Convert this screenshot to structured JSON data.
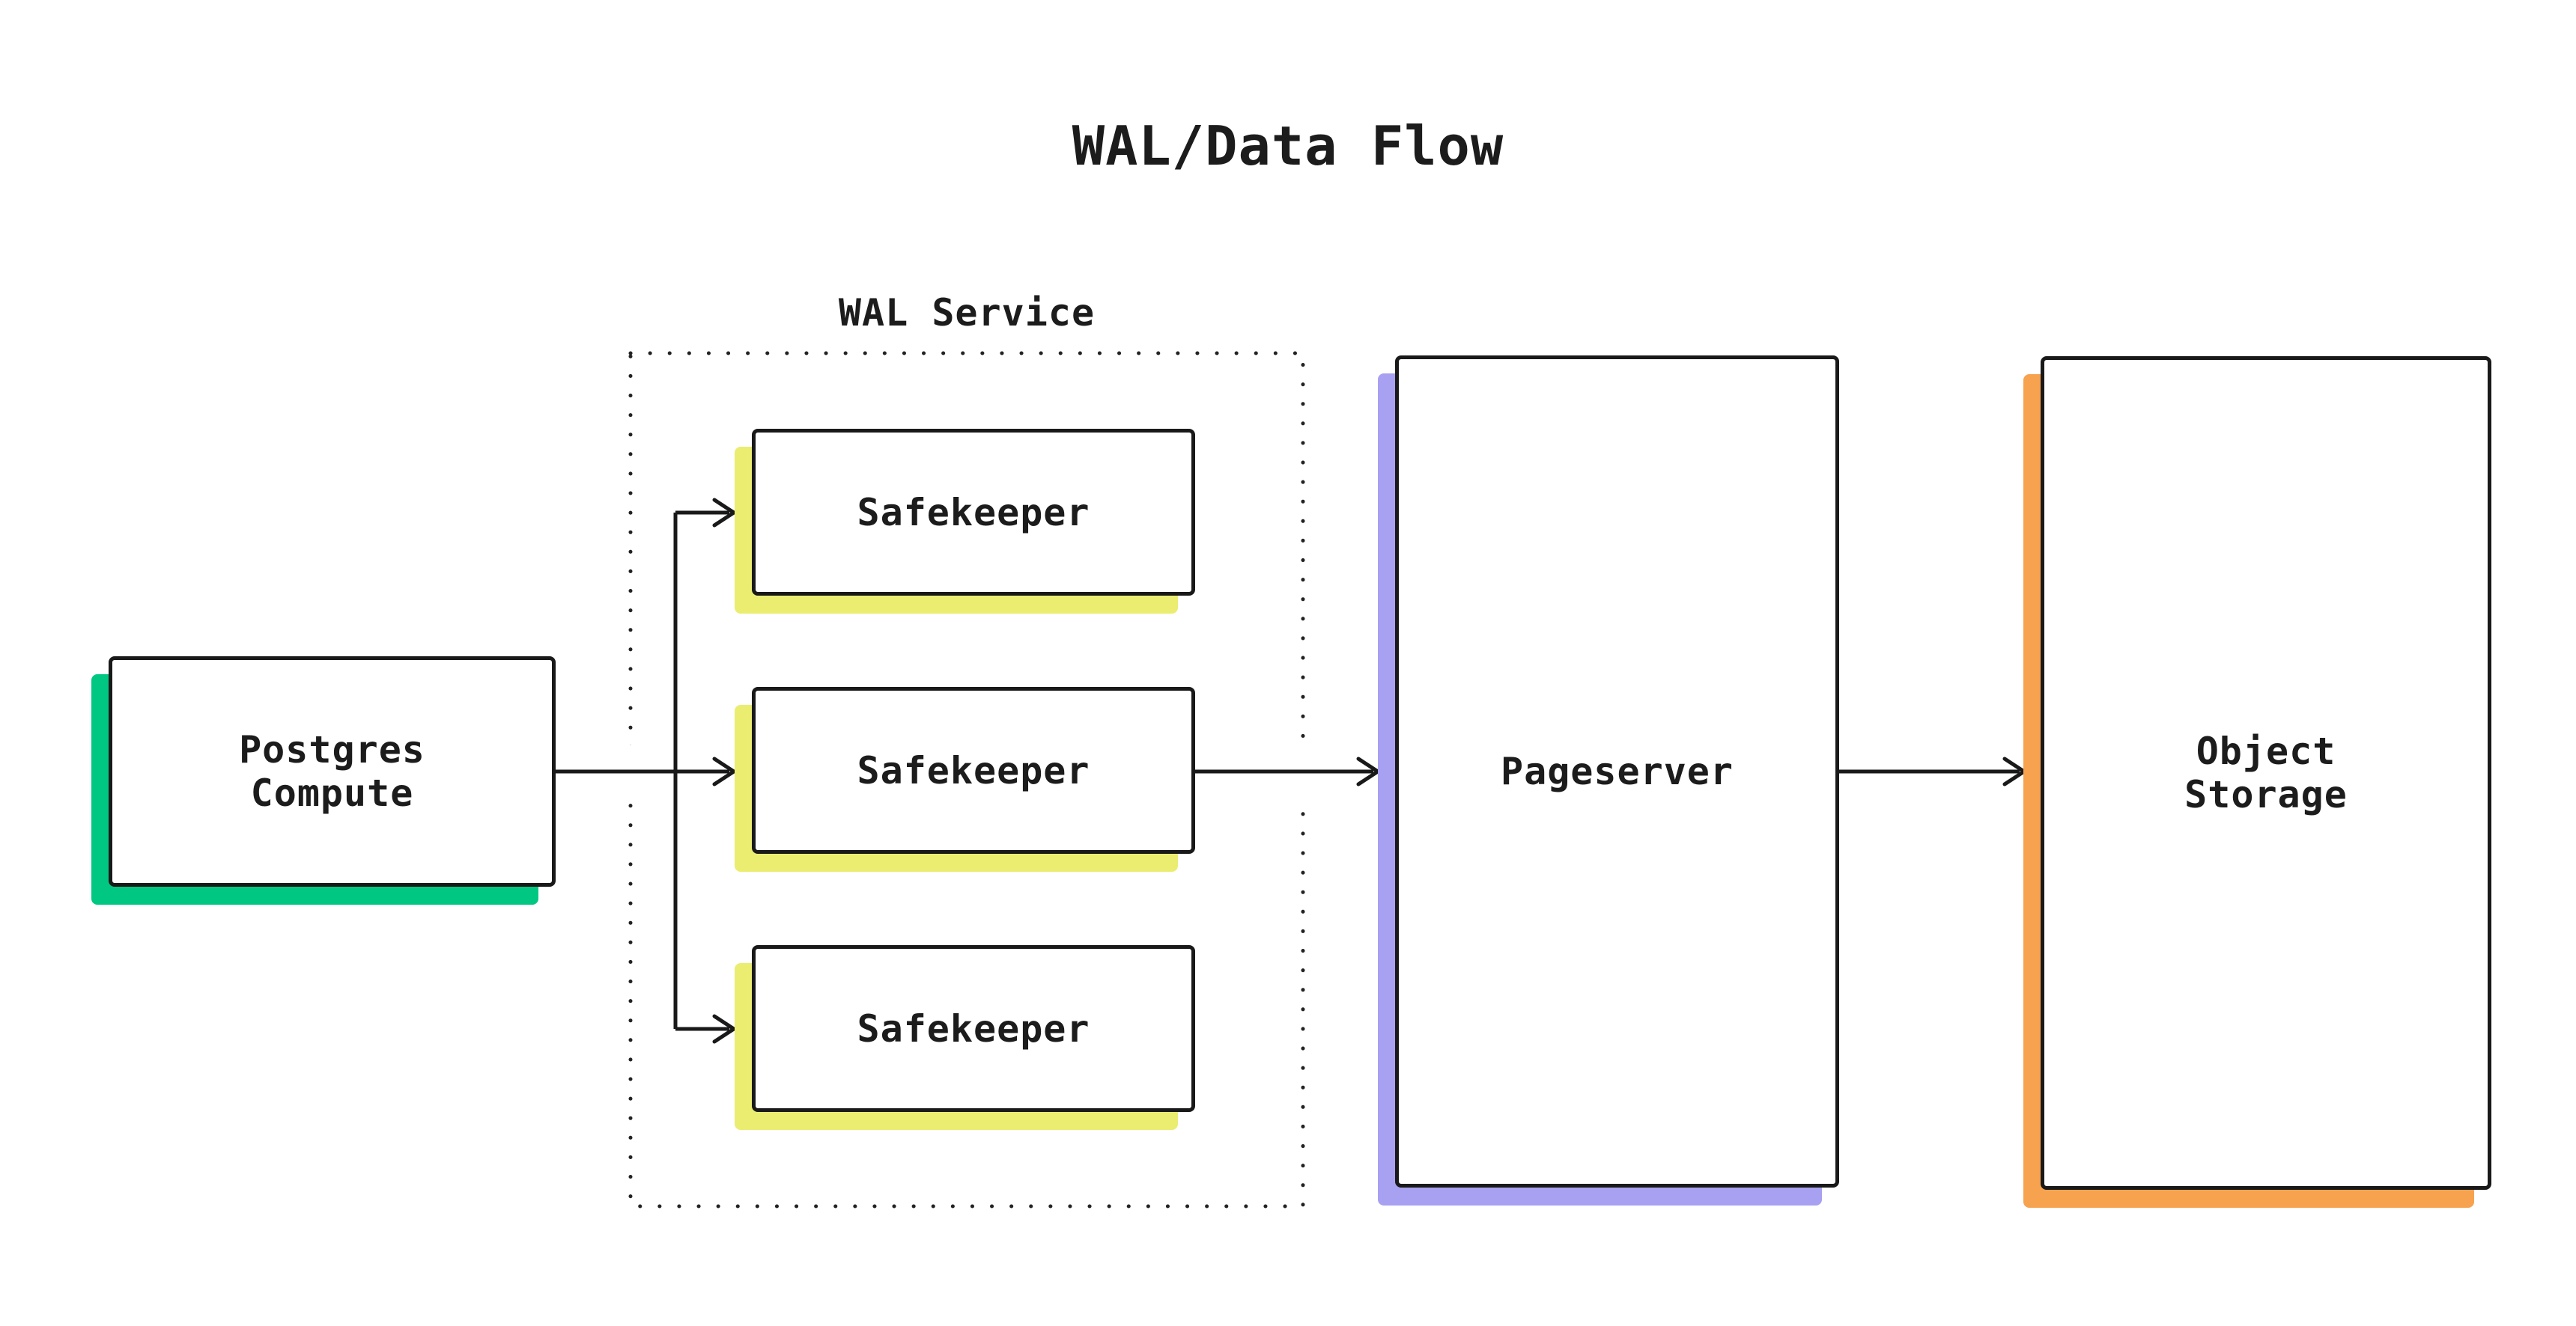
{
  "title": "WAL/Data Flow",
  "colors": {
    "ink": "#191919",
    "background": "#ffffff",
    "postgres_compute_shadow": "#00c882",
    "safekeeper_shadow": "#ebed70",
    "pageserver_shadow": "#a8a1f1",
    "object_storage_shadow": "#f7a24f"
  },
  "groups": {
    "wal_service": {
      "label": "WAL Service"
    }
  },
  "nodes": {
    "postgres_compute": {
      "label": "Postgres\nCompute",
      "shadow_color": "#00c882"
    },
    "safekeeper_1": {
      "label": "Safekeeper",
      "shadow_color": "#ebed70"
    },
    "safekeeper_2": {
      "label": "Safekeeper",
      "shadow_color": "#ebed70"
    },
    "safekeeper_3": {
      "label": "Safekeeper",
      "shadow_color": "#ebed70"
    },
    "pageserver": {
      "label": "Pageserver",
      "shadow_color": "#a8a1f1"
    },
    "object_storage": {
      "label": "Object\nStorage",
      "shadow_color": "#f7a24f"
    }
  },
  "edges": [
    {
      "from": "postgres_compute",
      "to": "safekeeper_1"
    },
    {
      "from": "postgres_compute",
      "to": "safekeeper_2"
    },
    {
      "from": "postgres_compute",
      "to": "safekeeper_3"
    },
    {
      "from": "safekeeper_2",
      "to": "pageserver"
    },
    {
      "from": "pageserver",
      "to": "object_storage"
    }
  ]
}
